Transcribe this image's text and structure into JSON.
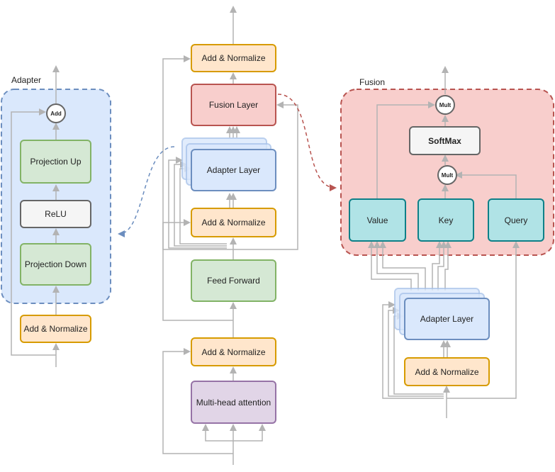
{
  "colors": {
    "arrow": "#b3b3b3",
    "adapter_container_fill": "#dae8fc",
    "adapter_container_border": "#6c8ebf",
    "fusion_container_fill": "#f8cecc",
    "fusion_container_border": "#b85450"
  },
  "adapter": {
    "title": "Adapter",
    "add": "Add",
    "projection_up": "Projection Up",
    "relu": "ReLU",
    "projection_down": "Projection Down",
    "add_normalize": "Add & Normalize"
  },
  "transformer": {
    "add_normalize_top": "Add & Normalize",
    "fusion_layer": "Fusion Layer",
    "adapter_layer": "Adapter Layer",
    "add_normalize_mid": "Add & Normalize",
    "feed_forward": "Feed Forward",
    "add_normalize_bottom": "Add & Normalize",
    "multi_head_attention": "Multi-head attention"
  },
  "fusion": {
    "title": "Fusion",
    "mult_top": "Mult",
    "softmax": "SoftMax",
    "mult_bottom": "Mult",
    "value": "Value",
    "key": "Key",
    "query": "Query",
    "adapter_layer": "Adapter Layer",
    "add_normalize": "Add & Normalize"
  }
}
